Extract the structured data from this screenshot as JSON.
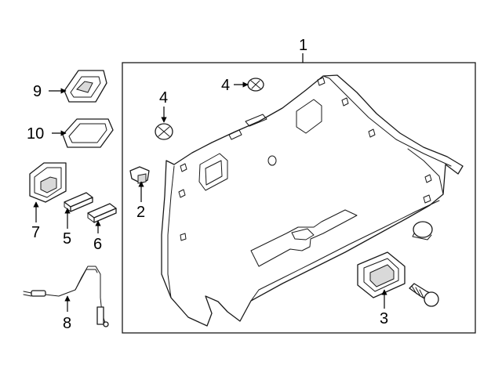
{
  "callouts": {
    "c1": "1",
    "c2": "2",
    "c3": "3",
    "c4a": "4",
    "c4b": "4",
    "c5": "5",
    "c6": "6",
    "c7": "7",
    "c8": "8",
    "c9": "9",
    "c10": "10"
  },
  "colors": {
    "line": "#1a1a1a",
    "background": "#ffffff",
    "shade": "#d9d9d9"
  }
}
